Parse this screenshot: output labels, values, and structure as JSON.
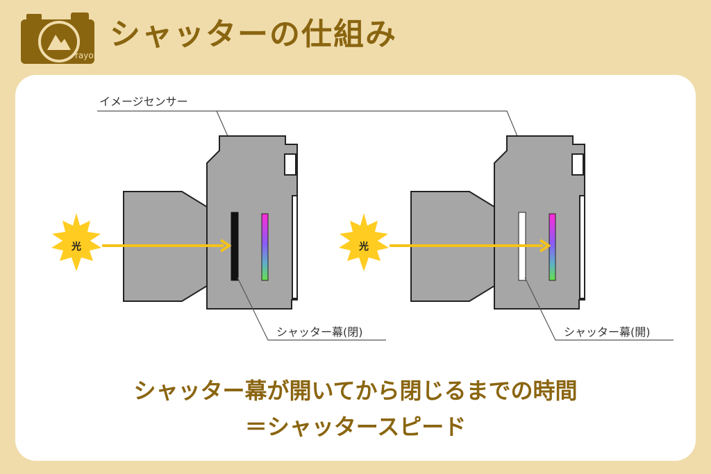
{
  "header": {
    "title": "シャッターの仕組み",
    "logo_text": "rayon"
  },
  "labels": {
    "image_sensor": "イメージセンサー",
    "light_left": "光",
    "light_right": "光",
    "shutter_closed": "シャッター幕(閉)",
    "shutter_open": "シャッター幕(開)"
  },
  "caption": {
    "line1": "シャッター幕が開いてから閉じるまでの時間",
    "line2": "＝シャッタースピード"
  },
  "colors": {
    "background": "#f0dcab",
    "accent_brown": "#8a6510",
    "camera_body": "#a6a6a6",
    "light_yellow": "#ffcc22",
    "arrow_yellow": "#f5c21a",
    "sensor_gradient": [
      "#ff2bd6",
      "#8a5cf6",
      "#66e04a"
    ]
  }
}
